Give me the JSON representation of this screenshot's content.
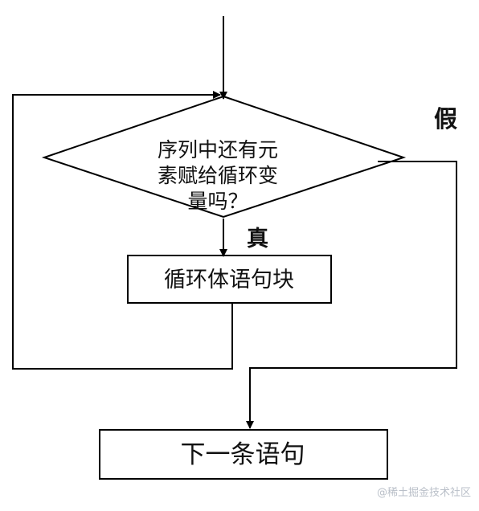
{
  "flowchart": {
    "condition_lines": [
      "序列中还有元",
      "素赋给循环变",
      "量吗？"
    ],
    "true_label": "真",
    "false_label": "假",
    "loop_body": "循环体语句块",
    "next_statement": "下一条语句"
  },
  "watermark": "@稀土掘金技术社区",
  "colors": {
    "stroke": "#000000",
    "text": "#111111",
    "watermark": "#b9bfc8"
  }
}
